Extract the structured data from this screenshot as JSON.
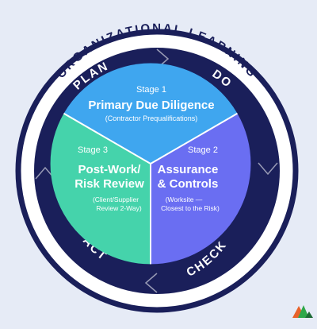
{
  "outer_ring": {
    "label": "ORGANIZATIONAL LEARNING"
  },
  "cycle": {
    "plan": "PLAN",
    "do": "DO",
    "check": "CHECK",
    "act": "ACT"
  },
  "stages": {
    "stage1": {
      "number": "Stage 1",
      "title": "Primary Due Diligence",
      "note": "(Contractor Prequalifications)"
    },
    "stage2": {
      "number": "Stage 2",
      "title_line1": "Assurance",
      "title_line2": "& Controls",
      "note_line1": "(Worksite —",
      "note_line2": "Closest to the Risk)"
    },
    "stage3": {
      "number": "Stage 3",
      "title_line1": "Post-Work/",
      "title_line2": "Risk Review",
      "note_line1": "(Client/Supplier",
      "note_line2": "Review 2-Way)"
    }
  },
  "colors": {
    "background": "#e6ebf6",
    "navy": "#1a1f5a",
    "stage1": "#3fa6ef",
    "stage2": "#6a6ef2",
    "stage3": "#45d3ab",
    "logo_orange": "#e8622a",
    "logo_green": "#2ea84a",
    "logo_dark": "#1e6b36"
  },
  "icons": {
    "logo": "mountain-peaks-logo"
  }
}
